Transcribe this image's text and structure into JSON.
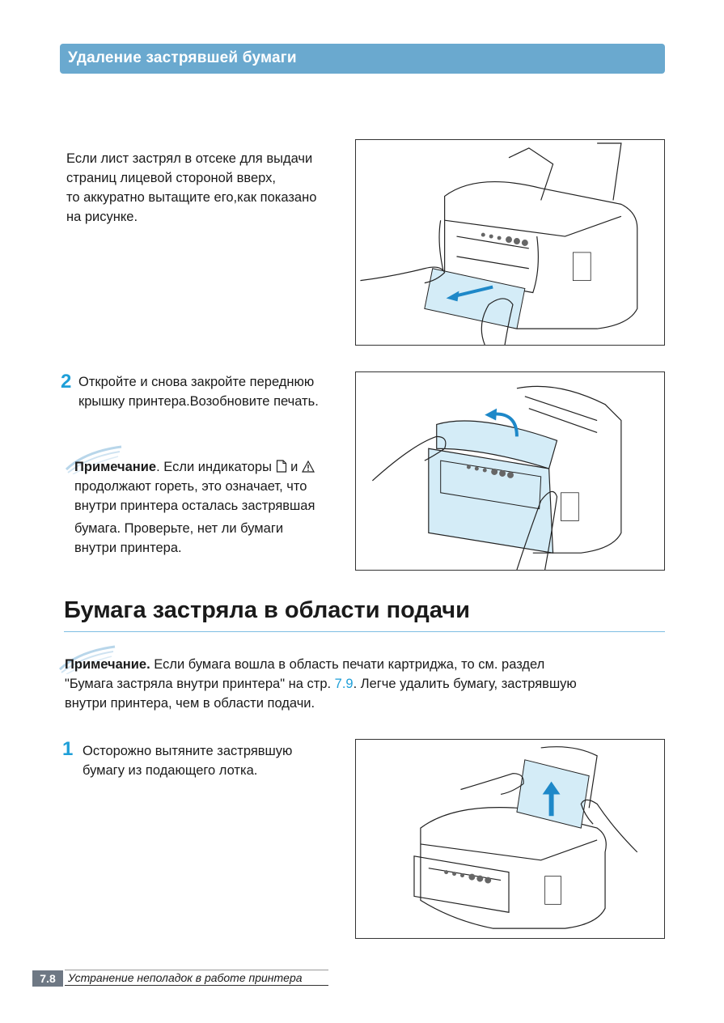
{
  "header": {
    "title": "Удаление застрявшей бумаги"
  },
  "section1": {
    "lines": [
      "Если лист застрял в отсеке для выдачи",
      "страниц лицевой стороной вверх,",
      "то аккуратно вытащите его,как показано",
      "на рисунке."
    ]
  },
  "step2": {
    "number": "2",
    "lines": [
      "Откройте и снова закройте переднюю",
      "крышку принтера.Возобновите печать."
    ],
    "note": {
      "label": "Примечание",
      "line1_pre": ". Если индикаторы",
      "line1_mid": " и ",
      "lines": [
        "продолжают гореть, это означает, что",
        "внутри принтера осталась застрявшая",
        "бумага. Проверьте, нет ли бумаги",
        "внутри принтера."
      ],
      "icons": [
        "paper-indicator-icon",
        "warning-indicator-icon"
      ]
    }
  },
  "section2": {
    "title": "Бумага застряла в области подачи",
    "note": {
      "label": "Примечание.",
      "line1": " Если бумага вошла в область печати картриджа, то см. раздел",
      "line2_pre": "\"Бумага застряла внутри принтера\" на стр. ",
      "line2_link": "7.9",
      "line2_post": ". Легче удалить бумагу, застрявшую",
      "line3": "внутри принтера, чем в области подачи."
    },
    "step1": {
      "number": "1",
      "lines": [
        "Осторожно вытяните застрявшую",
        "бумагу из подающего лотка."
      ]
    }
  },
  "footer": {
    "page": "7.8",
    "text": "Устранение неполадок в работе принтера"
  },
  "colors": {
    "accent": "#1e9fd8",
    "header_bg": "#6aa9cf",
    "footer_bg": "#6e7884",
    "rule": "#7dbde3"
  }
}
